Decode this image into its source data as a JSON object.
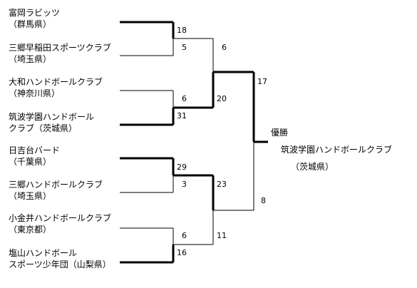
{
  "teams": [
    {
      "name": "富岡ラビッツ",
      "region": "（群馬県）"
    },
    {
      "name": "三郷早稲田スポーツクラブ",
      "region": "（埼玉県）"
    },
    {
      "name": "大和ハンドボールクラブ",
      "region": "（神奈川県）"
    },
    {
      "name": "筑波学園ハンドボール",
      "region": "クラブ（茨城県）"
    },
    {
      "name": "日吉台バード",
      "region": "（千葉県）"
    },
    {
      "name": "三郷ハンドボールクラブ",
      "region": "（埼玉県）"
    },
    {
      "name": "小金井ハンドボールクラブ",
      "region": "（東京都）"
    },
    {
      "name": "塩山ハンドボール",
      "region": "スポーツ少年団（山梨県）"
    }
  ],
  "round1_scores": [
    "18",
    "5",
    "6",
    "31",
    "29",
    "3",
    "6",
    "16"
  ],
  "round2_scores": [
    "6",
    "20",
    "23",
    "11"
  ],
  "semifinal_scores": [
    "17",
    "8"
  ],
  "champion": {
    "label": "優勝",
    "name": "筑波学園ハンドボールクラブ",
    "region": "（茨城県）"
  }
}
